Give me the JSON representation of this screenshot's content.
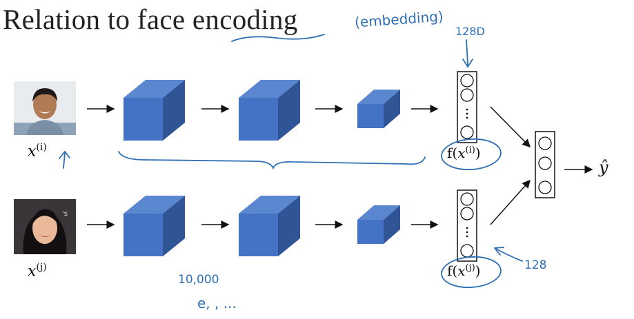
{
  "slide": {
    "title_part1": "Relation to face ",
    "title_part2": "encoding",
    "colors": {
      "cube_front": "#4472c4",
      "cube_top": "#5b87d0",
      "cube_side": "#2f5597",
      "ink": "#2f6fb3",
      "line": "#111111"
    }
  },
  "inputs": {
    "top_label": "x(i)",
    "top_label_base": "x",
    "top_label_sup": "(i)",
    "bottom_label": "x(j)",
    "bottom_label_base": "x",
    "bottom_label_sup": "(j)",
    "top_photo": "face-photo-man",
    "bottom_photo": "face-photo-woman"
  },
  "encodings": {
    "top": "f(x(i))",
    "top_prefix": "f(",
    "top_base": "x",
    "top_sup": "(i)",
    "top_suffix": ")",
    "bottom": "f(x(j))",
    "bottom_prefix": "f(",
    "bottom_base": "x",
    "bottom_sup": "(j)",
    "bottom_suffix": ")"
  },
  "output": {
    "label": "ŷ"
  },
  "annotations": {
    "embedding": "(embedding)",
    "dim_top": "128D",
    "dim_bottom": "128",
    "count": "10,000",
    "list": "e, , ..."
  }
}
